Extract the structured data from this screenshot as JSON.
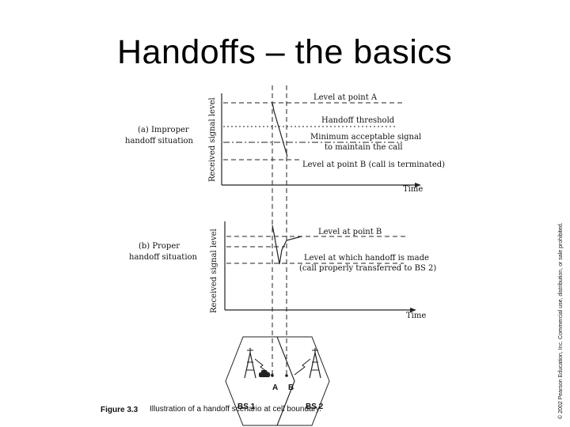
{
  "slide": {
    "title": "Handoffs – the basics"
  },
  "diagram_a": {
    "label_line1": "(a) Improper",
    "label_line2": "handoff situation",
    "y_axis_label": "Received signal level",
    "x_axis_label": "Time",
    "level_a": "Level at point A",
    "handoff_threshold": "Handoff threshold",
    "min_signal_line1": "Minimum acceptable signal",
    "min_signal_line2": "to maintain the call",
    "level_b": "Level at point B (call is terminated)"
  },
  "diagram_b": {
    "label_line1": "(b) Proper",
    "label_line2": "handoff situation",
    "y_axis_label": "Received signal level",
    "x_axis_label": "Time",
    "level_b": "Level at point B",
    "handoff_line1": "Level at which handoff is made",
    "handoff_line2": "(call properly transferred to BS 2)"
  },
  "cells": {
    "bs1": "BS 1",
    "bs2": "BS 2",
    "point_a": "A",
    "point_b": "B"
  },
  "caption": {
    "figure": "Figure 3.3",
    "text": "Illustration of a handoff scenario at cell boundary."
  },
  "copyright": "© 2002 Pearson Education, Inc. Commercial use, distribution, or sale prohibited."
}
